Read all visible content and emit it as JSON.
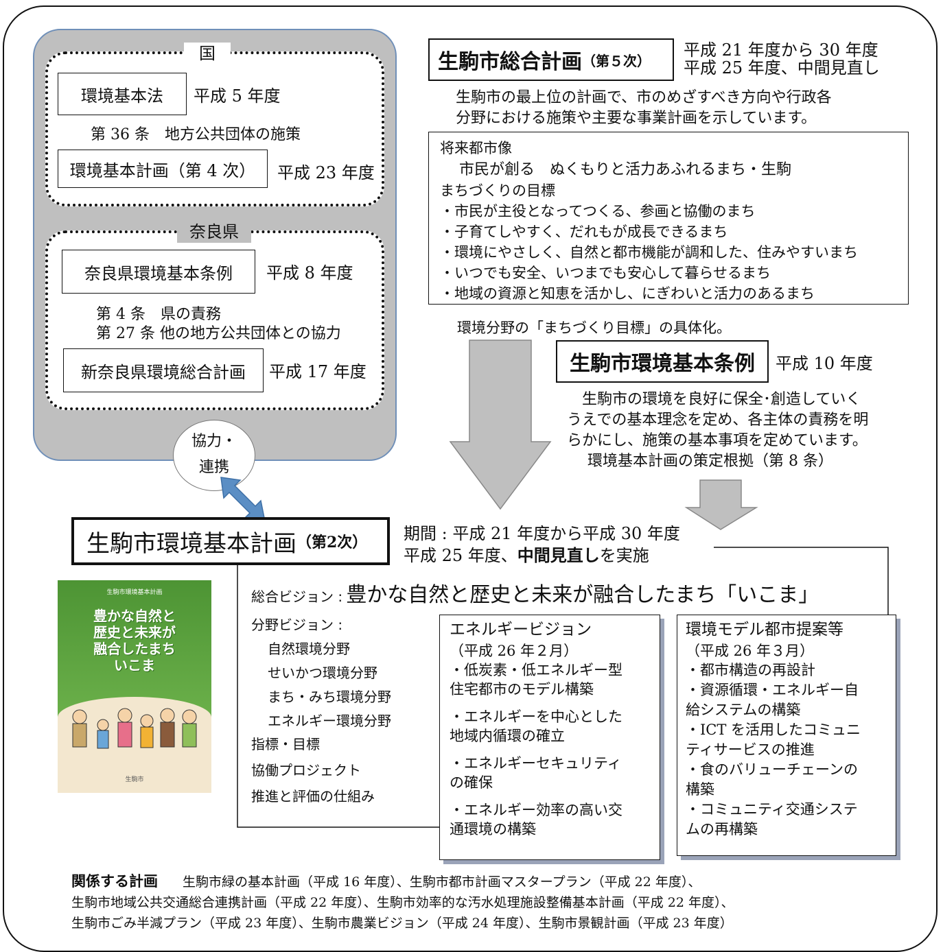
{
  "national": {
    "tag": "国",
    "law": "環境基本法",
    "law_year": "平成 5 年度",
    "article": "第 36 条　地方公共団体の施策",
    "plan": "環境基本計画（第 4 次）",
    "plan_year": "平成 23 年度"
  },
  "nara": {
    "tag": "奈良県",
    "ordinance": "奈良県環境基本条例",
    "ordinance_year": "平成 8 年度",
    "article1": "第 4 条　県の責務",
    "article2": "第 27 条 他の地方公共団体との協力",
    "plan": "新奈良県環境総合計画",
    "plan_year": "平成 17 年度"
  },
  "cooperation": {
    "line1": "協力・",
    "line2": "連携"
  },
  "comprehensive": {
    "title": "生駒市総合計画",
    "suffix": "（第５次）",
    "period1": "平成 21 年度から 30 年度",
    "period2": "平成 25 年度、中間見直し",
    "desc1": "生駒市の最上位の計画で、市のめざすべき方向や行政各",
    "desc2": "分野における施策や主要な事業計画を示しています。",
    "vision_label": "将来都市像",
    "vision": "市民が創る　ぬくもりと活力あふれるまち・生駒",
    "goals_label": "まちづくりの目標",
    "goals": [
      "・市民が主役となってつくる、参画と協働のまち",
      "・子育てしやすく、だれもが成長できるまち",
      "・環境にやさしく、自然と都市機能が調和した、住みやすいまち",
      "・いつでも安全、いつまでも安心して暮らせるまち",
      "・地域の資源と知恵を活かし、にぎわいと活力のあるまち"
    ],
    "note": "環境分野の「まちづくり目標」の具体化。"
  },
  "ordinance": {
    "title": "生駒市環境基本条例",
    "year": "平成 10 年度",
    "desc1": "生駒市の環境を良好に保全･創造していく",
    "desc2": "うえでの基本理念を定め、各主体の責務を明",
    "desc3": "らかにし、施策の基本事項を定めています。",
    "basis": "環境基本計画の策定根拠（第 8 条）"
  },
  "main_plan": {
    "title": "生駒市環境基本計画",
    "suffix": "（第2次）",
    "period": "期間 : 平成 21 年度から平成 30 年度",
    "review_pre": "平成 25 年度、",
    "review_bold": "中間見直し",
    "review_post": "を実施",
    "vision_label": "総合ビジョン :",
    "vision": "豊かな自然と歴史と未来が融合したまち「いこま」",
    "field_label": "分野ビジョン :",
    "fields": [
      "自然環境分野",
      "せいかつ環境分野",
      "まち・みち環境分野",
      "エネルギー環境分野"
    ],
    "others": [
      "指標・目標",
      "協働プロジェクト",
      "推進と評価の仕組み"
    ]
  },
  "cover": {
    "header": "生駒市環境基本計画",
    "title_lines": [
      "豊かな自然と",
      "歴史と未来が",
      "融合したまち",
      "いこま"
    ],
    "footer": "生駒市"
  },
  "energy": {
    "title": "エネルギービジョン",
    "date": "（平成 26 年２月）",
    "lines": [
      "・低炭素・低エネルギー型",
      "住宅都市のモデル構築",
      "",
      "・エネルギーを中心とした",
      "地域内循環の確立",
      "",
      "・エネルギーセキュリティ",
      "の確保",
      "",
      "・エネルギー効率の高い交",
      "通環境の構築"
    ]
  },
  "model_city": {
    "title": "環境モデル都市提案等",
    "date": "（平成 26 年３月）",
    "lines": [
      "・都市構造の再設計",
      "・資源循環・エネルギー自",
      "給システムの構築",
      "・ICT を活用したコミュニ",
      "ティサービスの推進",
      "・食のバリューチェーンの",
      "構築",
      "・コミュニティ交通システ",
      "ムの再構築"
    ]
  },
  "related": {
    "label": "関係する計画",
    "line1": "生駒市緑の基本計画（平成 16 年度）、生駒市都市計画マスタープラン（平成 22 年度）、",
    "line2": "生駒市地域公共交通総合連携計画（平成 22 年度）、生駒市効率的な汚水処理施設整備基本計画（平成 22 年度）、",
    "line3": "生駒市ごみ半減プラン（平成 23 年度）、生駒市農業ビジョン（平成 24 年度）、生駒市景観計画（平成 23 年度）"
  },
  "colors": {
    "panel": "#bfbfbf",
    "panel_border": "#6f8fb8",
    "arrow": "#bfbfbf",
    "double_arrow": "#5b8ec4",
    "cover_green": "#5aa03c"
  }
}
